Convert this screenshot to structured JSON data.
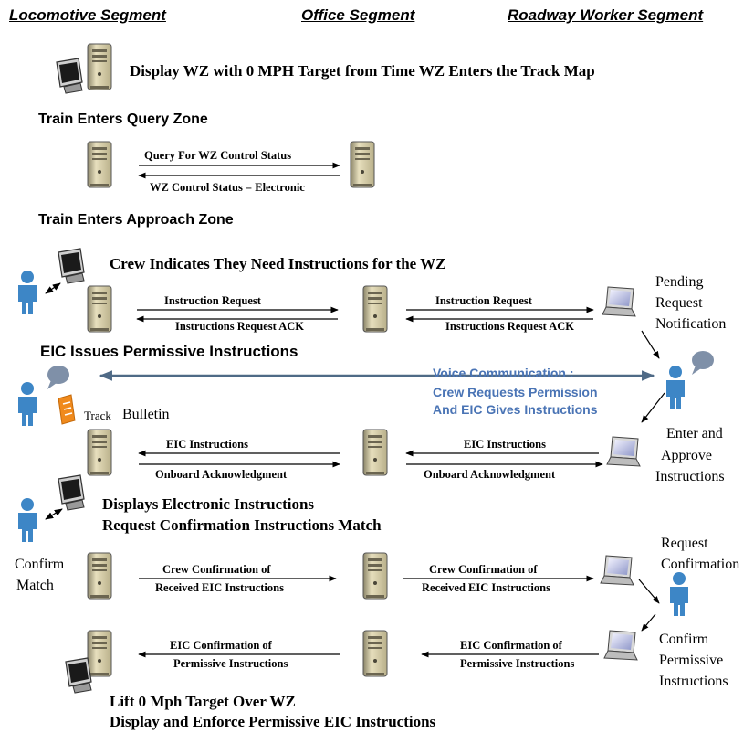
{
  "headers": {
    "locomotive": "Locomotive Segment",
    "office": "Office Segment",
    "roadway": "Roadway Worker Segment"
  },
  "steps": {
    "display_wz": "Display WZ with 0 MPH Target from Time WZ Enters the Track Map",
    "query_zone": "Train Enters Query Zone",
    "approach_zone": "Train Enters Approach Zone",
    "crew_indicates": "Crew Indicates They Need Instructions for the WZ",
    "eic_issues": "EIC Issues Permissive Instructions",
    "displays_electronic": "Displays  Electronic Instructions",
    "request_confirmation_match": "Request Confirmation Instructions Match",
    "lift_target": "Lift 0 Mph Target Over WZ",
    "display_enforce": "Display and Enforce Permissive EIC Instructions"
  },
  "messages": {
    "query_status": "Query For WZ Control Status",
    "status_electronic": "WZ Control Status = Electronic",
    "instr_request_left": "Instruction  Request",
    "instr_ack_left": "Instructions Request ACK",
    "instr_request_right": "Instruction  Request",
    "instr_ack_right": "Instructions Request ACK",
    "eic_instr_left": "EIC Instructions",
    "onboard_ack_left": "Onboard  Acknowledgment",
    "eic_instr_right": "EIC Instructions",
    "onboard_ack_right": "Onboard  Acknowledgment",
    "crew_conf_left_1": "Crew Confirmation  of",
    "crew_conf_left_2": "Received EIC Instructions",
    "crew_conf_right_1": "Crew Confirmation  of",
    "crew_conf_right_2": "Received EIC Instructions",
    "eic_conf_left_1": "EIC Confirmation  of",
    "eic_conf_left_2": "Permissive Instructions",
    "eic_conf_right_1": "EIC Confirmation  of",
    "eic_conf_right_2": "Permissive Instructions"
  },
  "voice": {
    "line1": "Voice Communication :",
    "line2": "Crew Requests Permission",
    "line3": "And EIC Gives Instructions"
  },
  "side_labels": {
    "pending_1": "Pending",
    "pending_2": "Request",
    "pending_3": "Notification",
    "enter_1": "Enter and",
    "enter_2": "Approve",
    "enter_3": "Instructions",
    "request_conf_1": "Request",
    "request_conf_2": "Confirmation",
    "confirm_perm_1": "Confirm",
    "confirm_perm_2": "Permissive",
    "confirm_perm_3": "Instructions",
    "confirm_match_1": "Confirm",
    "confirm_match_2": "Match",
    "track": "Track",
    "bulletin": "Bulletin"
  },
  "colors": {
    "person": "#3d86c6",
    "voice_text": "#4a74b5",
    "voice_arrow": "#4f6a86",
    "server": "#d9cfa6",
    "bulletin": "#f08a1c"
  },
  "icons": [
    "server-icon",
    "monitor-icon",
    "laptop-icon",
    "person-icon",
    "speech-bubble-icon",
    "bulletin-icon"
  ]
}
